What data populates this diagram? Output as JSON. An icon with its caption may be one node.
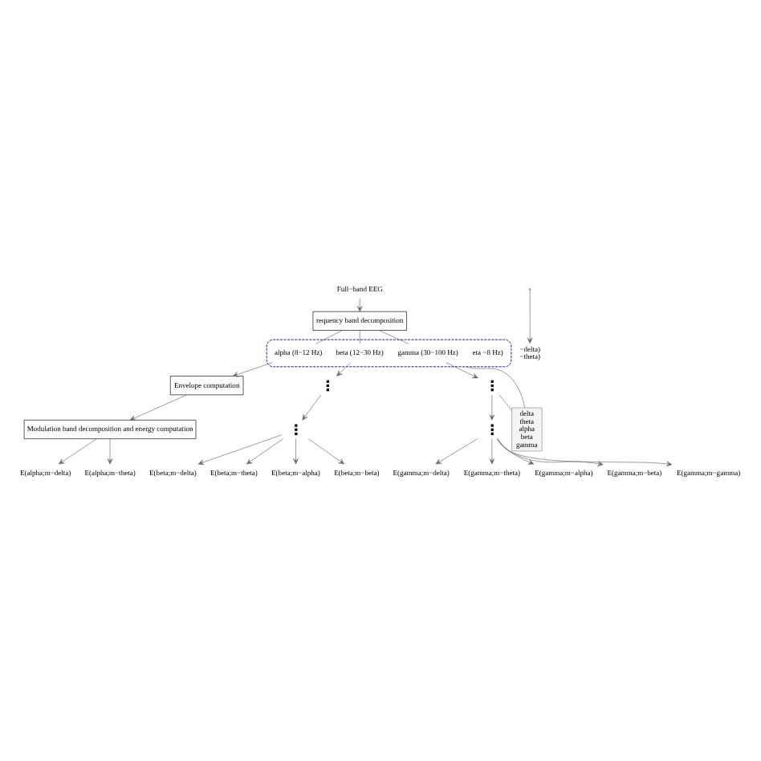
{
  "diagram": {
    "nodes": [
      {
        "text": [
          "Full−band EEG"
        ]
      },
      {
        "text": [
          "requency band decomposition"
        ]
      },
      {
        "text": [],
        "shape": "box"
      },
      {
        "text": [
          "eta −8 Hz)"
        ],
        "in": 2
      },
      {
        "text": [
          "alpha (8−12 Hz)"
        ],
        "in": 2
      },
      {
        "text": [
          "beta (12−30 Hz)"
        ],
        "in": 2
      },
      {
        "text": [
          "gamma (30−100 Hz)"
        ],
        "in": 2
      },
      {
        "text": [
          "Envelope computation"
        ]
      },
      {
        "text": [],
        "shape": "dots"
      },
      {
        "text": [],
        "shape": "dots"
      },
      {
        "text": [
          "Modulation band decomposition and energy computation"
        ]
      },
      {
        "text": [],
        "shape": "dots"
      },
      {
        "text": [],
        "shape": "dots"
      },
      {
        "text": [
          "−delta)",
          "−theta)"
        ]
      },
      {
        "text": [
          "E(alpha;m−delta)"
        ]
      },
      {
        "text": [
          "E(alpha;m−theta)"
        ]
      },
      {
        "text": [
          "E(beta;m−delta)"
        ]
      },
      {
        "text": [
          "E(beta;m−theta)"
        ]
      },
      {
        "text": [
          "E(beta;m−alpha)"
        ]
      },
      {
        "text": [
          "E(beta;m−beta)"
        ]
      },
      {
        "text": [
          "E(gamma;m−delta)"
        ]
      },
      {
        "text": [
          "E(gamma;m−theta)"
        ]
      },
      {
        "text": [
          "E(gamma;m−alpha)"
        ]
      },
      {
        "text": [
          "E(gamma;m−beta)"
        ]
      },
      {
        "text": [
          "E(gamma;m−gamma)"
        ]
      },
      {
        "text": [
          "delta",
          "theta",
          "alpha",
          "beta",
          "gamma"
        ]
      }
    ],
    "edges": [
      {
        "from": 0,
        "to": 1,
        "arrow": "to"
      },
      {
        "from": 1,
        "to": 4,
        "arrow": "none"
      },
      {
        "from": 1,
        "to": 5,
        "arrow": "none"
      },
      {
        "from": 1,
        "to": 6,
        "arrow": "none"
      },
      {
        "from": 4,
        "to": 7,
        "arrow": "to"
      },
      {
        "from": 5,
        "to": 8,
        "arrow": "to"
      },
      {
        "from": 6,
        "to": 9,
        "arrow": "to"
      },
      {
        "from": 7,
        "to": 10,
        "arrow": "to"
      },
      {
        "from": 8,
        "to": 11,
        "arrow": "to"
      },
      {
        "from": 9,
        "to": 12,
        "arrow": "to"
      },
      {
        "from": null,
        "to": 13,
        "arrow": "to"
      },
      {
        "from": 10,
        "to": 14,
        "arrow": "to"
      },
      {
        "from": 10,
        "to": 15,
        "arrow": "to"
      },
      {
        "from": 11,
        "to": 16,
        "arrow": "to"
      },
      {
        "from": 11,
        "to": 17,
        "arrow": "to"
      },
      {
        "from": 11,
        "to": 18,
        "arrow": "to"
      },
      {
        "from": 11,
        "to": 19,
        "arrow": "to"
      },
      {
        "from": 12,
        "to": 20,
        "arrow": "to"
      },
      {
        "from": 12,
        "to": 21,
        "arrow": "to"
      },
      {
        "from": 12,
        "to": 22,
        "arrow": "to"
      },
      {
        "from": 12,
        "to": 23,
        "arrow": "to"
      },
      {
        "from": 12,
        "to": 24,
        "arrow": "to"
      },
      {
        "from": 2,
        "to": 25,
        "arrow": "none"
      },
      {
        "from": 9,
        "to": 25,
        "arrow": "none"
      }
    ]
  }
}
